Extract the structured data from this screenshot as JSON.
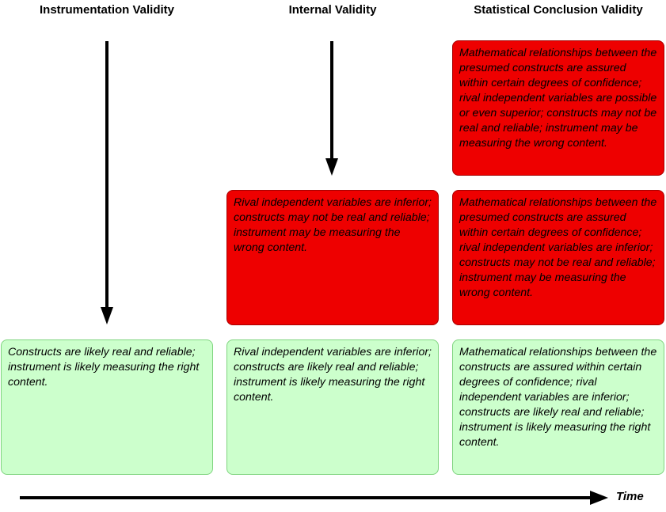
{
  "columns": [
    {
      "title": "Instrumentation Validity"
    },
    {
      "title": "Internal Validity"
    },
    {
      "title": "Statistical Conclusion Validity"
    }
  ],
  "boxes": {
    "instrumentation_green": "Constructs are likely real and reliable; instrument is likely measuring the right content.",
    "internal_red": "Rival independent variables are inferior; constructs may not be real and reliable; instrument may be measuring the wrong content.",
    "internal_green": "Rival independent variables are inferior; constructs are likely real and reliable; instrument is likely measuring the right content.",
    "statistical_red_top": "Mathematical relationships between the presumed constructs are assured within certain degrees of confidence; rival independent variables are possible or even superior; constructs may not be real and reliable; instrument may be measuring the wrong content.",
    "statistical_red_mid": "Mathematical relationships between the presumed constructs are assured within certain degrees of confidence; rival independent variables are inferior; constructs may not be real and reliable; instrument may be measuring the wrong content.",
    "statistical_green": "Mathematical relationships between the constructs are assured within certain degrees of confidence; rival independent variables are inferior; constructs are likely real and reliable; instrument is likely measuring the right content."
  },
  "time_label": "Time",
  "colors": {
    "red_box": "#ee0000",
    "green_box": "#ccffcc",
    "arrow": "#000000"
  }
}
